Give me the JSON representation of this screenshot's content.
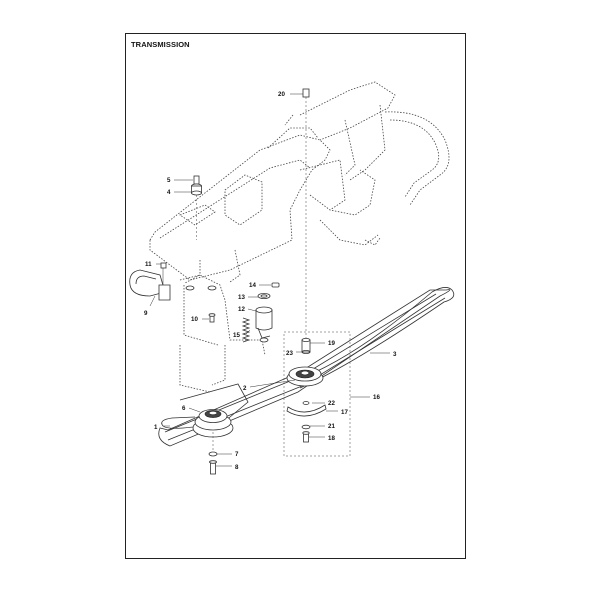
{
  "title": "TRANSMISSION",
  "callouts": {
    "c1": "1",
    "c2": "2",
    "c3": "3",
    "c4": "4",
    "c5": "5",
    "c6": "6",
    "c7": "7",
    "c8": "8",
    "c9": "9",
    "c10": "10",
    "c11": "11",
    "c12": "12",
    "c13": "13",
    "c14": "14",
    "c15": "15",
    "c16": "16",
    "c17": "17",
    "c18": "18",
    "c19": "19",
    "c20": "20",
    "c21": "21",
    "c22": "22",
    "c23": "23"
  },
  "colors": {
    "line": "#333333",
    "background": "#ffffff",
    "border": "#222222"
  }
}
